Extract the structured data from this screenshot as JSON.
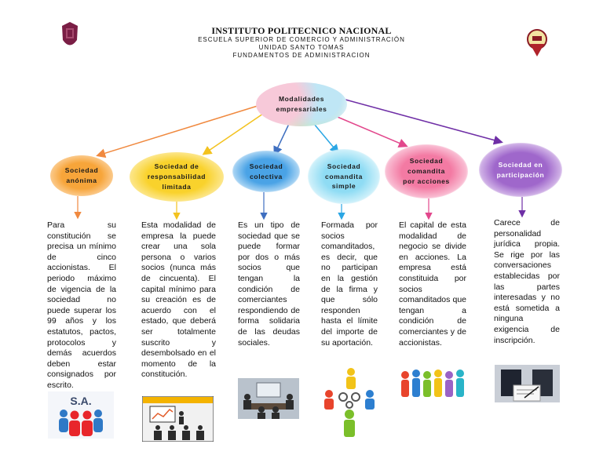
{
  "header": {
    "institution": "INSTITUTO POLITECNICO NACIONAL",
    "school": "ESCUELA SUPERIOR DE COMERCIO Y ADMINISTRACIÓN",
    "campus": "UNIDAD SANTO TOMAS",
    "subject": "FUNDAMENTOS DE ADMINISTRACION"
  },
  "center": {
    "line1": "Modalidades",
    "line2": "empresariales"
  },
  "nodes": [
    {
      "id": "anonima",
      "lines": [
        "Sociedad",
        "anónima"
      ],
      "color": "#f4941f",
      "text": "Para su constitución se precisa un mínimo de cinco accionistas. El periodo máximo de vigencia de la sociedad no puede superar los 99 años y los estatutos, pactos, protocolos y demás acuerdos deben estar consignados por escrito.",
      "image_label": "S.A."
    },
    {
      "id": "limitada",
      "lines": [
        "Sociedad de",
        "responsabilidad",
        "limitada"
      ],
      "color": "#f7c51e",
      "text": "Esta modalidad de empresa la puede crear una sola persona o varios socios (nunca más de cincuenta). El capital mínimo para su creación es de acuerdo con el estado, que deberá ser totalmente suscrito y desembolsado en el momento de la constitución."
    },
    {
      "id": "colectiva",
      "lines": [
        "Sociedad",
        "colectiva"
      ],
      "color": "#3d9be0",
      "text": "Es un tipo de sociedad que se puede formar por dos o más socios que tengan la condición de comerciantes respondiendo de forma solidaria de las deudas sociales."
    },
    {
      "id": "simple",
      "lines": [
        "Sociedad",
        "comandita",
        "simple"
      ],
      "color": "#5cc8ec",
      "text": "Formada por socios comanditados, es decir, que no participan en la gestión de la firma y que sólo responden hasta el límite del importe de su aportación."
    },
    {
      "id": "acciones",
      "lines": [
        "Sociedad",
        "comandita",
        "por acciones"
      ],
      "color": "#ef5f8e",
      "text": "El capital de esta modalidad de negocio se divide en acciones. La empresa está constituida por socios comanditados que tengan a condición de comerciantes y de accionistas."
    },
    {
      "id": "participacion",
      "lines": [
        "Sociedad en",
        "participación"
      ],
      "color": "#9a62c6",
      "text": "Carece de personalidad jurídica propia. Se rige por las conversaciones establecidas por las partes interesadas y no está sometida a ninguna exigencia de inscripción."
    }
  ]
}
